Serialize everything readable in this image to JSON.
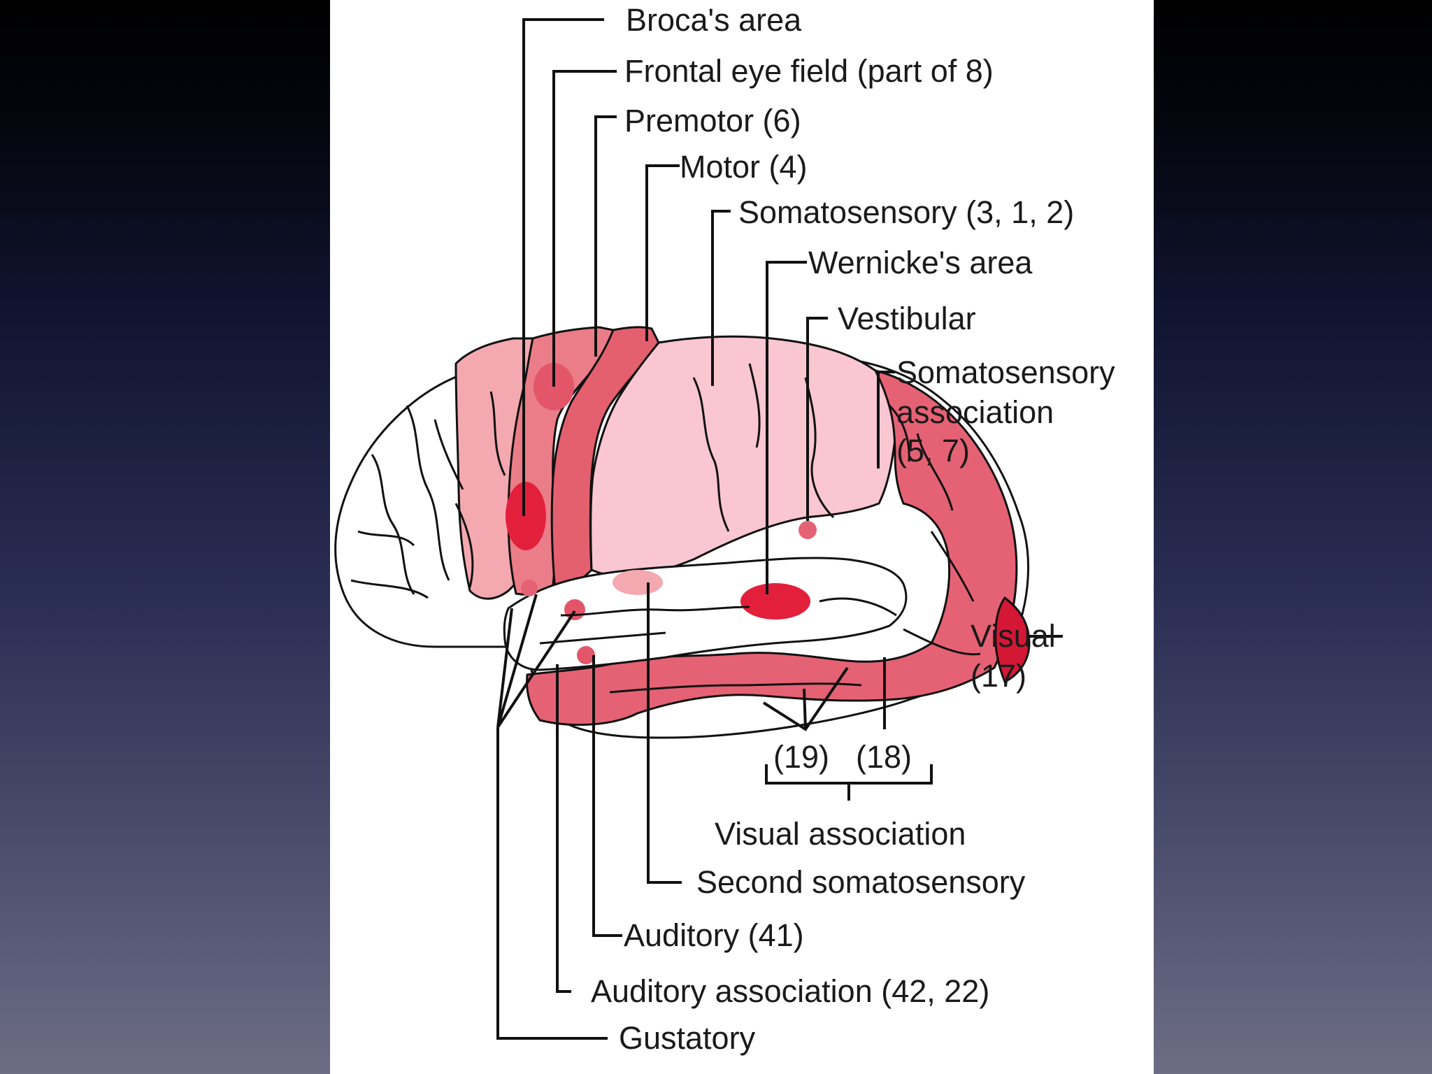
{
  "labels": {
    "broca": "Broca's area",
    "frontal_eye_field": "Frontal eye field (part of 8)",
    "premotor": "Premotor (6)",
    "motor": "Motor (4)",
    "somatosensory": "Somatosensory (3, 1, 2)",
    "wernicke": "Wernicke's area",
    "vestibular": "Vestibular",
    "somatosensory_association_1": "Somatosensory",
    "somatosensory_association_2": "association",
    "somatosensory_association_3": "(5, 7)",
    "visual_1": "Visual",
    "visual_2": "(17)",
    "area_19": "(19)",
    "area_18": "(18)",
    "visual_association": "Visual association",
    "second_somatosensory": "Second somatosensory",
    "auditory": "Auditory (41)",
    "auditory_association": "Auditory association (42, 22)",
    "gustatory": "Gustatory"
  },
  "colors": {
    "frontal_association": "#f4a9b0",
    "premotor": "#eb7d89",
    "motor": "#e4606f",
    "somatosensory": "#f9c6d2",
    "association": "#e56274",
    "hotspot": "#e3203c",
    "visual": "#d41735",
    "unlabeled": "#ffffff"
  }
}
